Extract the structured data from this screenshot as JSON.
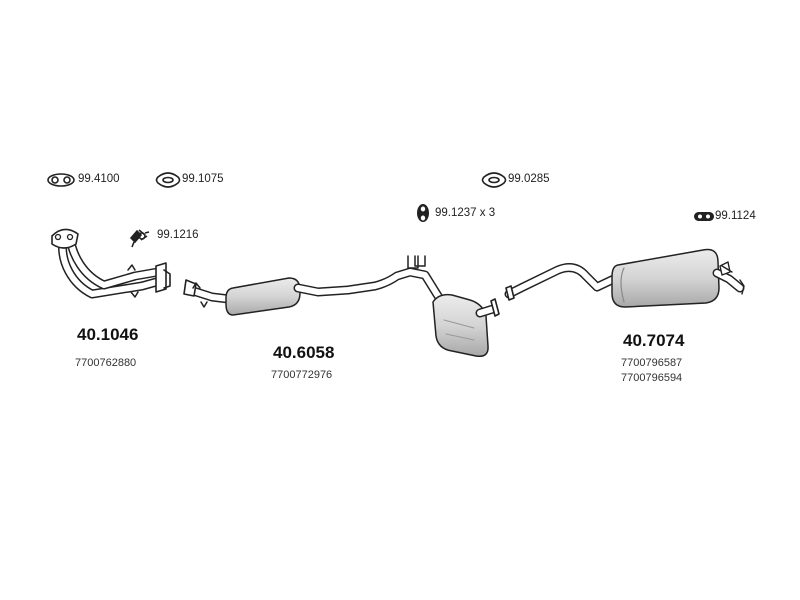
{
  "accessories": [
    {
      "code": "99.4100",
      "icon": "gasket-icon"
    },
    {
      "code": "99.1075",
      "icon": "ring-gasket-icon"
    },
    {
      "code": "99.0285",
      "icon": "ring-gasket-icon"
    },
    {
      "code": "99.1237 x 3",
      "icon": "rubber-mount-icon"
    },
    {
      "code": "99.1216",
      "icon": "clamp-icon"
    },
    {
      "code": "99.1124",
      "icon": "hanger-strap-icon"
    }
  ],
  "parts": [
    {
      "number": "40.1046",
      "oem": [
        "7700762880"
      ]
    },
    {
      "number": "40.6058",
      "oem": [
        "7700772976"
      ]
    },
    {
      "number": "40.7074",
      "oem": [
        "7700796587",
        "7700796594"
      ]
    }
  ],
  "colors": {
    "line": "#222222",
    "muffler_fill": "#d8d8d8",
    "background": "#ffffff"
  }
}
